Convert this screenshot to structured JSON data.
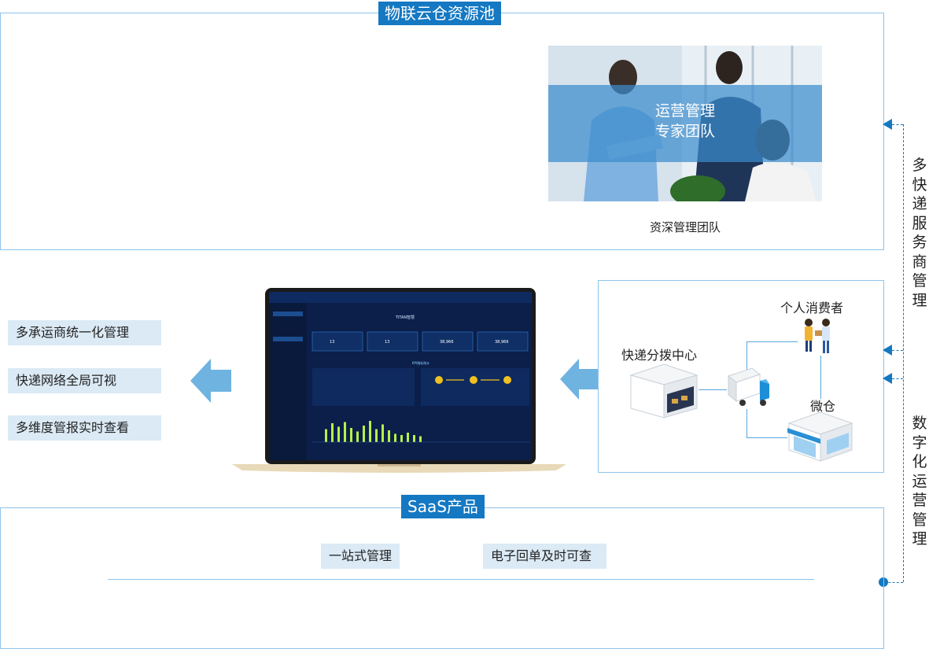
{
  "top_section": {
    "title": "物联云仓资源池",
    "photo_caption_line1": "运营管理",
    "photo_caption_line2": "专家团队",
    "photo_label": "资深管理团队"
  },
  "left_features": [
    "多承运商统一化管理",
    "快递网络全局可视",
    "多维度管报实时查看"
  ],
  "network": {
    "hub": "快递分拨中心",
    "consumer": "个人消费者",
    "micro_warehouse": "微仓"
  },
  "right_labels": {
    "top": "多快递服务商管理",
    "bottom": "数字化运营管理"
  },
  "saas_section": {
    "title": "SaaS产品",
    "items": [
      "一站式管理",
      "电子回单及时可查"
    ]
  },
  "dashboard": {
    "title": "TITAN智慧",
    "section_label": "KPI指标统计",
    "kpis": [
      "13",
      "13",
      "38,966",
      "38,966"
    ],
    "bars": [
      0.55,
      0.8,
      0.65,
      0.85,
      0.6,
      0.45,
      0.7,
      0.9,
      0.55,
      0.75,
      0.5,
      0.35,
      0.3,
      0.4,
      0.3,
      0.25
    ]
  },
  "colors": {
    "accent": "#1478c2",
    "border": "#8ec4ea",
    "tag_bg": "#dbeaf5",
    "arrow": "#6fb3e1"
  }
}
